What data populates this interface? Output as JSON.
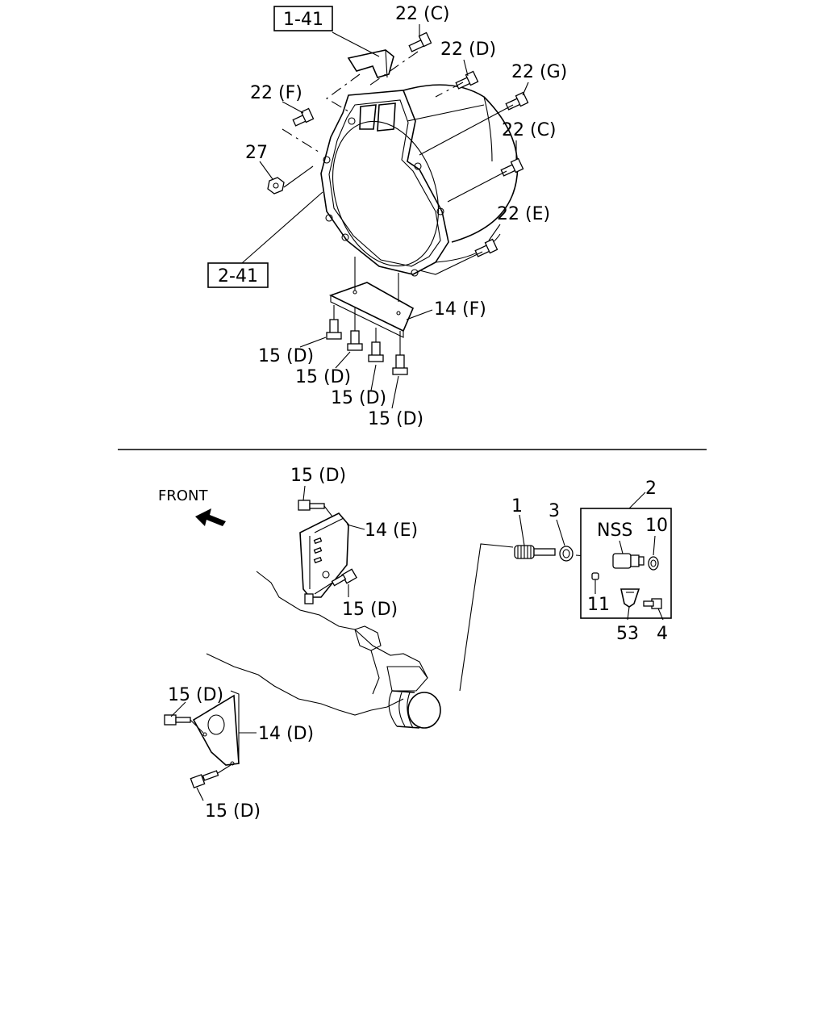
{
  "refs": {
    "r1": "1-41",
    "r2": "2-41"
  },
  "labels": {
    "c22C_top": "22 (C)",
    "c22D": "22 (D)",
    "c22G": "22 (G)",
    "c22F": "22 (F)",
    "c22C_mid": "22 (C)",
    "c27": "27",
    "c22E": "22 (E)",
    "c14F": "14 (F)",
    "c15D_1": "15 (D)",
    "c15D_2": "15 (D)",
    "c15D_3": "15 (D)",
    "c15D_4": "15 (D)",
    "front": "FRONT",
    "c15D_5": "15 (D)",
    "c14E": "14 (E)",
    "c15D_6": "15 (D)",
    "c1": "1",
    "c3": "3",
    "c2": "2",
    "nss": "NSS",
    "c10": "10",
    "c11": "11",
    "c53": "53",
    "c4": "4",
    "c15D_7": "15 (D)",
    "c14D": "14 (D)",
    "c15D_8": "15 (D)"
  }
}
